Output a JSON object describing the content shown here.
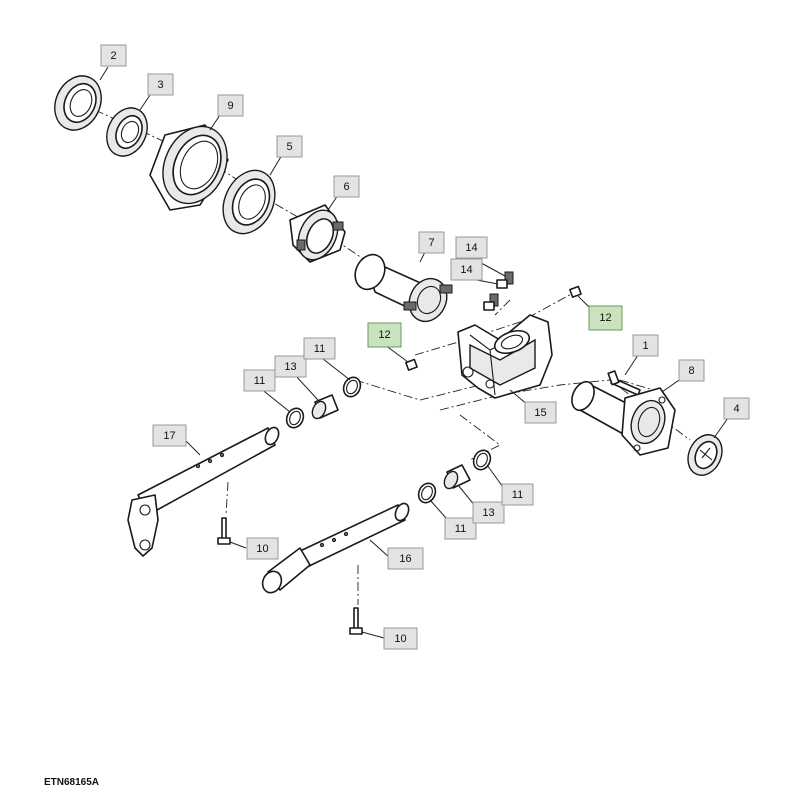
{
  "figure_id": "ETN68165A",
  "highlight_color": "#c9e3bf",
  "callouts": {
    "c2": "2",
    "c3": "3",
    "c9": "9",
    "c5": "5",
    "c6": "6",
    "c7": "7",
    "c14a": "14",
    "c14b": "14",
    "c12a": "12",
    "c12b": "12",
    "c1": "1",
    "c8": "8",
    "c4": "4",
    "c15": "15",
    "c17": "17",
    "c11a": "11",
    "c13a": "13",
    "c11b": "11",
    "c10a": "10",
    "c16": "16",
    "c11c": "11",
    "c13b": "13",
    "c11d": "11",
    "c10b": "10"
  }
}
